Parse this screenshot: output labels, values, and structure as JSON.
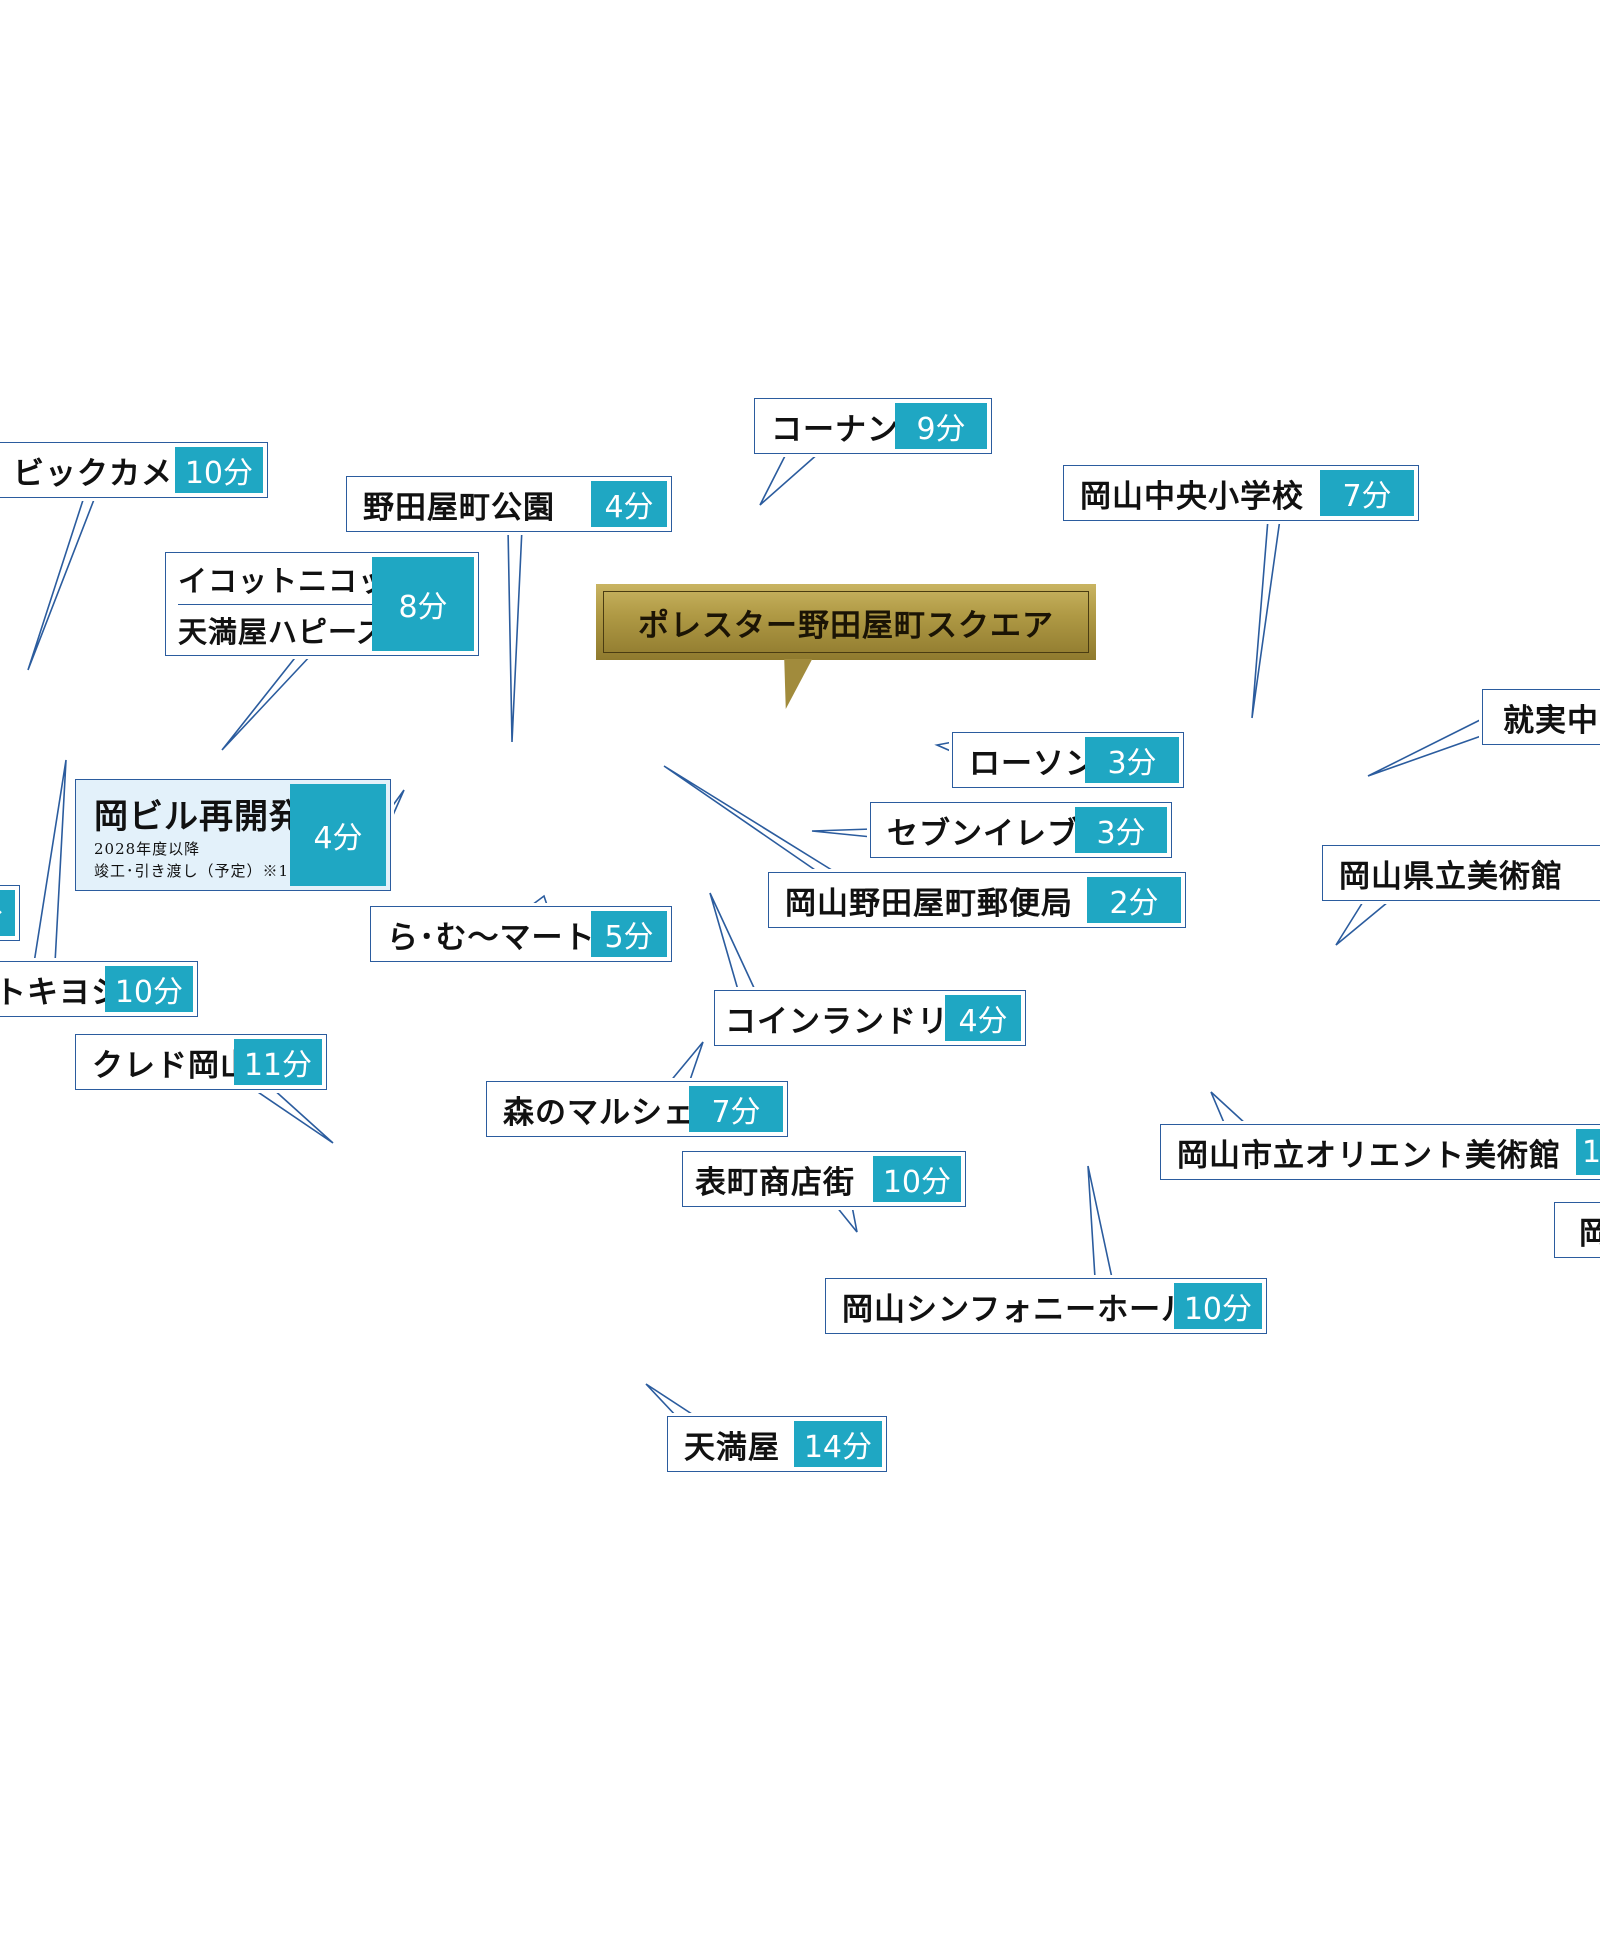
{
  "map_title": "ポレスター野田屋町スクエア",
  "colors": {
    "time_badge": "#1fa7c3",
    "leader_line": "#2b5c9e",
    "hero_gold": "#b09a45",
    "featured_bg": "#e3f1fa"
  },
  "destinations": [
    {
      "id": "bic",
      "name": "ビックカメラ",
      "time": "10分"
    },
    {
      "id": "konan",
      "name": "コーナン",
      "time": "9分"
    },
    {
      "id": "park",
      "name": "野田屋町公園",
      "time": "4分"
    },
    {
      "id": "chuo",
      "name": "岡山中央小学校",
      "time": "7分"
    },
    {
      "id": "icot",
      "line1": "イコットニコット",
      "line2": "天満屋ハピーズ",
      "time": "8分"
    },
    {
      "id": "shujitsu",
      "name": "就実中"
    },
    {
      "id": "lawson",
      "name": "ローソン",
      "time": "3分"
    },
    {
      "id": "okabiru",
      "name": "岡ビル再開発",
      "note1": "2028年度以降",
      "note2": "竣工･引き渡し（予定）※1",
      "time": "4分"
    },
    {
      "id": "seven",
      "name": "セブンイレブン",
      "time": "3分"
    },
    {
      "id": "museum_pref",
      "name": "岡山県立美術館"
    },
    {
      "id": "post",
      "name": "岡山野田屋町郵便局",
      "time": "2分"
    },
    {
      "id": "left_partial",
      "time": "分"
    },
    {
      "id": "ramu",
      "name": "ら･む～マート",
      "time": "5分"
    },
    {
      "id": "kiyoshi",
      "name": "トキヨシ",
      "time": "10分"
    },
    {
      "id": "laundry",
      "name": "コインランドリー",
      "time": "4分"
    },
    {
      "id": "cred",
      "name": "クレド岡山",
      "time": "11分"
    },
    {
      "id": "marche",
      "name": "森のマルシェ",
      "time": "7分"
    },
    {
      "id": "orient",
      "name": "岡山市立オリエント美術館",
      "time": "1"
    },
    {
      "id": "omote",
      "name": "表町商店街",
      "time": "10分"
    },
    {
      "id": "right_partial",
      "name": "岡"
    },
    {
      "id": "symphony",
      "name": "岡山シンフォニーホール",
      "time": "10分"
    },
    {
      "id": "tenmaya",
      "name": "天満屋",
      "time": "14分"
    }
  ]
}
